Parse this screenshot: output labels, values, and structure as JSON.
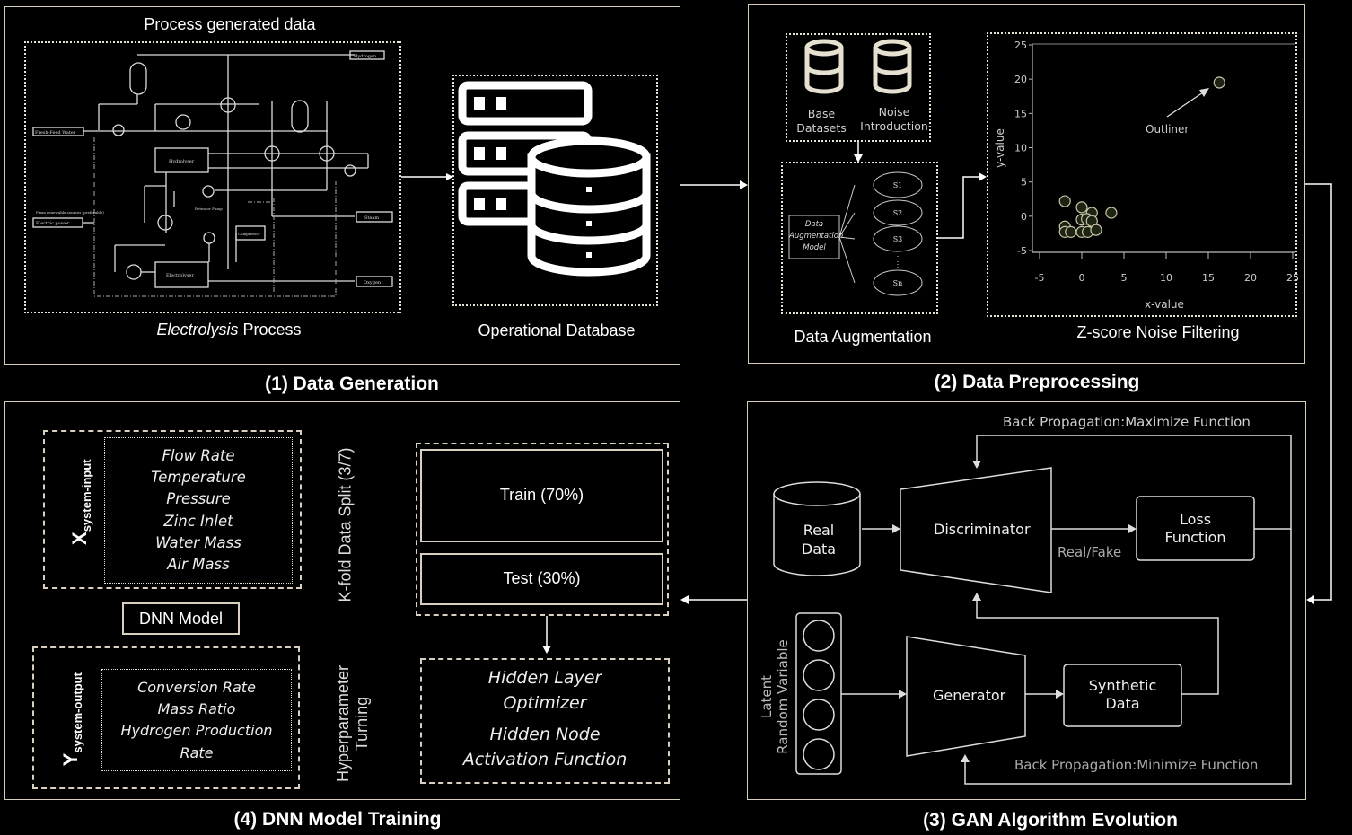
{
  "colors": {
    "frame": "#d6cdb8",
    "line": "#ffffff",
    "point_fill": "#1e2414",
    "point_stroke": "#c9c6a8"
  },
  "panel1": {
    "title": "(1) Data Generation",
    "process_caption": "Process generated data",
    "process_label_italic": "Electrolysis",
    "process_label_rest": " Process",
    "db_label": "Operational Database",
    "flowsheet": {
      "hydrogen": "Hydrogen",
      "fresh_feed": "Fresh-Feed Water",
      "hydrolyser": "Hydrolyser",
      "renewable": "From renewable sources (preferable)",
      "electric": "Electric power",
      "steam": "Steam",
      "retentor": "Retentor Pump",
      "compressor": "Compressor",
      "electrolyser": "Electrolyser",
      "oxygen": "Oxygen"
    }
  },
  "panel2": {
    "title": "(2) Data Preprocessing",
    "base_datasets": "Base Datasets",
    "noise_intro": "Noise Introduction",
    "aug_model": "Data Augmentation Model",
    "subsets": [
      "S1",
      "S2",
      "S3",
      "Sn"
    ],
    "aug_label": "Data Augmentation",
    "filter_label": "Z-score Noise Filtering"
  },
  "chart_data": {
    "type": "scatter",
    "xlabel": "x-value",
    "ylabel": "y-value",
    "xlim": [
      -5,
      25
    ],
    "ylim": [
      -5,
      25
    ],
    "xticks": [
      "-5",
      "0",
      "5",
      "10",
      "15",
      "20",
      "25"
    ],
    "yticks": [
      "25",
      "20",
      "15",
      "10",
      "5",
      "0",
      "-5"
    ],
    "points": [
      [
        -2,
        2.2
      ],
      [
        0,
        1.3
      ],
      [
        1.2,
        0.5
      ],
      [
        3.5,
        0.5
      ],
      [
        -2,
        -1.5
      ],
      [
        -2,
        -2.3
      ],
      [
        -1.3,
        -2.3
      ],
      [
        0,
        -0.5
      ],
      [
        0.6,
        -0.4
      ],
      [
        1.2,
        -0.7
      ],
      [
        0,
        -2.3
      ],
      [
        0.7,
        -2.3
      ],
      [
        1.7,
        -2
      ],
      [
        16.3,
        19.5
      ]
    ],
    "annotation": "Outliner",
    "grid": false
  },
  "panel3": {
    "title": "(3) GAN Algorithm Evolution",
    "bp_max": "Back Propagation:Maximize Function",
    "bp_min": "Back Propagation:Minimize Function",
    "real_data": [
      "Real",
      "Data"
    ],
    "discriminator": "Discriminator",
    "real_fake": "Real/Fake",
    "loss": [
      "Loss",
      "Function"
    ],
    "generator": "Generator",
    "synthetic": [
      "Synthetic",
      "Data"
    ],
    "latent": [
      "Latent",
      "Random Variable"
    ]
  },
  "panel4": {
    "title": "(4) DNN Model Training",
    "x_main": "X",
    "x_sub": "system-input",
    "inputs": [
      "Flow Rate",
      "Temperature",
      "Pressure",
      "Zinc Inlet",
      "Water Mass",
      "Air Mass"
    ],
    "dnn": "DNN Model",
    "y_main": "Y",
    "y_sub": "system-output",
    "outputs": [
      "Conversion Rate",
      "Mass Ratio",
      "Hydrogen Production",
      "Rate"
    ],
    "kfold": "K-fold Data Split (3/7)",
    "hyper": [
      "Hyperparameter",
      "Turning"
    ],
    "train": "Train (70%)",
    "test": "Test (30%)",
    "hidden": [
      "Hidden Layer",
      "Optimizer",
      "Hidden Node",
      "Activation Function"
    ]
  }
}
